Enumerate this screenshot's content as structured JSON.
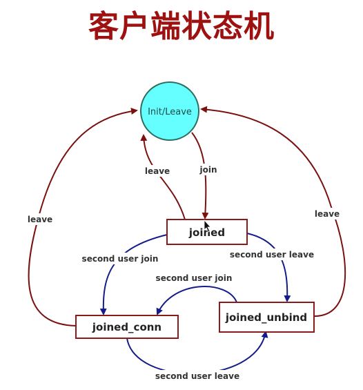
{
  "title": "客户端状态机",
  "colors": {
    "title": "#9e1111",
    "red_edge": "#7a1010",
    "blue_edge": "#141c8c",
    "init_fill": "#66ffff",
    "box_border": "#8b1a1a"
  },
  "states": {
    "init": "Init/Leave",
    "joined": "joined",
    "joined_conn": "joined_conn",
    "joined_unbind": "joined_unbind"
  },
  "edges": {
    "joined_to_init": "leave",
    "init_to_joined": "join",
    "conn_to_init": "leave",
    "unbind_to_init": "leave",
    "joined_to_conn": "second user join",
    "joined_to_unbind": "second user leave",
    "unbind_to_conn": "second user join",
    "conn_to_unbind": "second user leave"
  }
}
